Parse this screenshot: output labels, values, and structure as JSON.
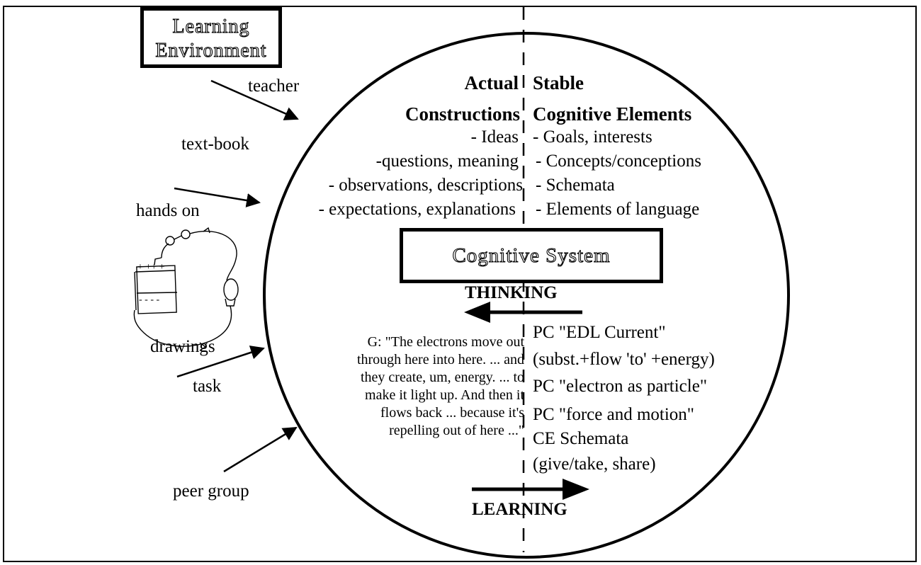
{
  "learning_environment": {
    "line1": "Learning",
    "line2": "Environment"
  },
  "cognitive_system": "Cognitive System",
  "influences": {
    "teacher": "teacher",
    "textbook": "text-book",
    "hands_on": "hands on",
    "drawings": "drawings",
    "task": "task",
    "peer_group": "peer group"
  },
  "actual_constructions": {
    "heading1": "Actual",
    "heading2": "Constructions",
    "items": [
      "- Ideas",
      "-questions, meaning",
      "- observations, descriptions",
      "- expectations, explanations"
    ]
  },
  "stable_elements": {
    "heading1": "Stable",
    "heading2": "Cognitive Elements",
    "items": [
      "- Goals, interests",
      "- Concepts/conceptions",
      "- Schemata",
      "- Elements of language"
    ]
  },
  "thinking": "THINKING",
  "learning": "LEARNING",
  "quote": {
    "lines": [
      "G: \"The electrons move out",
      "through here into here.  ... and",
      "they create, um, energy.  ... to",
      "make it light up.  And then it",
      "flows back ... because it's",
      "repelling out of here ...\""
    ]
  },
  "pc_list": [
    "PC \"EDL Current\"",
    "(subst.+flow 'to'  +energy)",
    "PC \"electron as particle\"",
    "PC \"force and motion\"",
    "CE Schemata",
    "(give/take, share)"
  ],
  "sketch": {
    "battery_top": "+ ++ +",
    "battery_bottom": "- - - -"
  }
}
